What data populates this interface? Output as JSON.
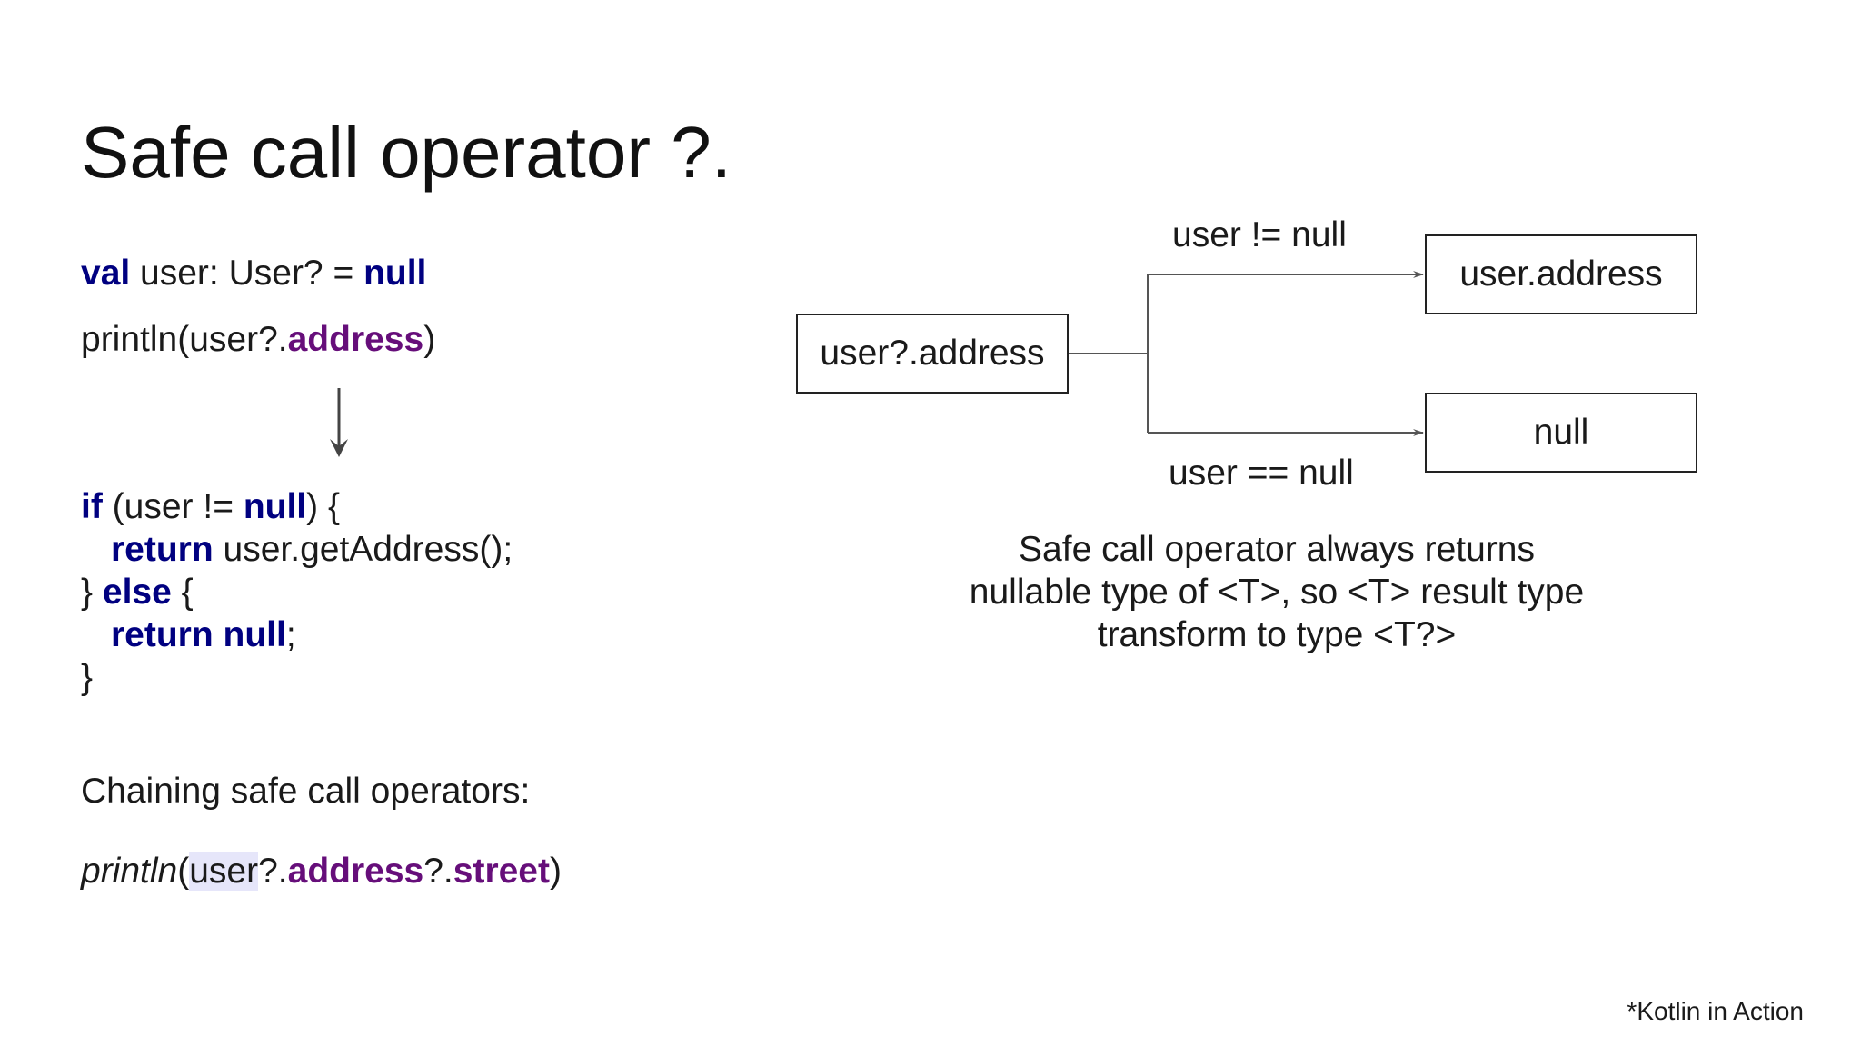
{
  "title": "Safe call operator ?.",
  "code_top": {
    "line1": {
      "kw1": "val",
      "text1": " user: User? = ",
      "kw2": "null"
    },
    "line2": {
      "text1": "println(user?.",
      "prop": "address",
      "text2": ")"
    }
  },
  "code_expanded": {
    "line1": {
      "kw_if": "if",
      "text1": " (user != ",
      "kw_null": "null",
      "text2": ") {"
    },
    "line2": {
      "kw_return": "return",
      "text1": " user.getAddress();"
    },
    "line3": {
      "text1": "} ",
      "kw_else": "else",
      "text2": " {"
    },
    "line4": {
      "kw_return": "return",
      "kw_null": " null",
      "text1": ";"
    },
    "line5": {
      "text1": "}"
    }
  },
  "chaining": {
    "heading": "Chaining safe call operators:",
    "fn": "println",
    "open": "(",
    "receiver": "user",
    "op1": "?.",
    "prop1": "address",
    "op2": "?.",
    "prop2": "street",
    "close": ")"
  },
  "diagram": {
    "source_box": "user?.address",
    "branch_nonnull_label": "user != null",
    "branch_nonnull_box": "user.address",
    "branch_null_label": "user == null",
    "branch_null_box": "null"
  },
  "caption": {
    "line1": "Safe call operator always returns",
    "line2": "nullable type of <T>, so <T> result type",
    "line3": "transform to type <T?>"
  },
  "source_note": "*Kotlin in Action",
  "colors": {
    "keyword": "#000080",
    "property": "#660e7a",
    "highlight": "#e6e6fa",
    "text": "#1a1a1a"
  }
}
